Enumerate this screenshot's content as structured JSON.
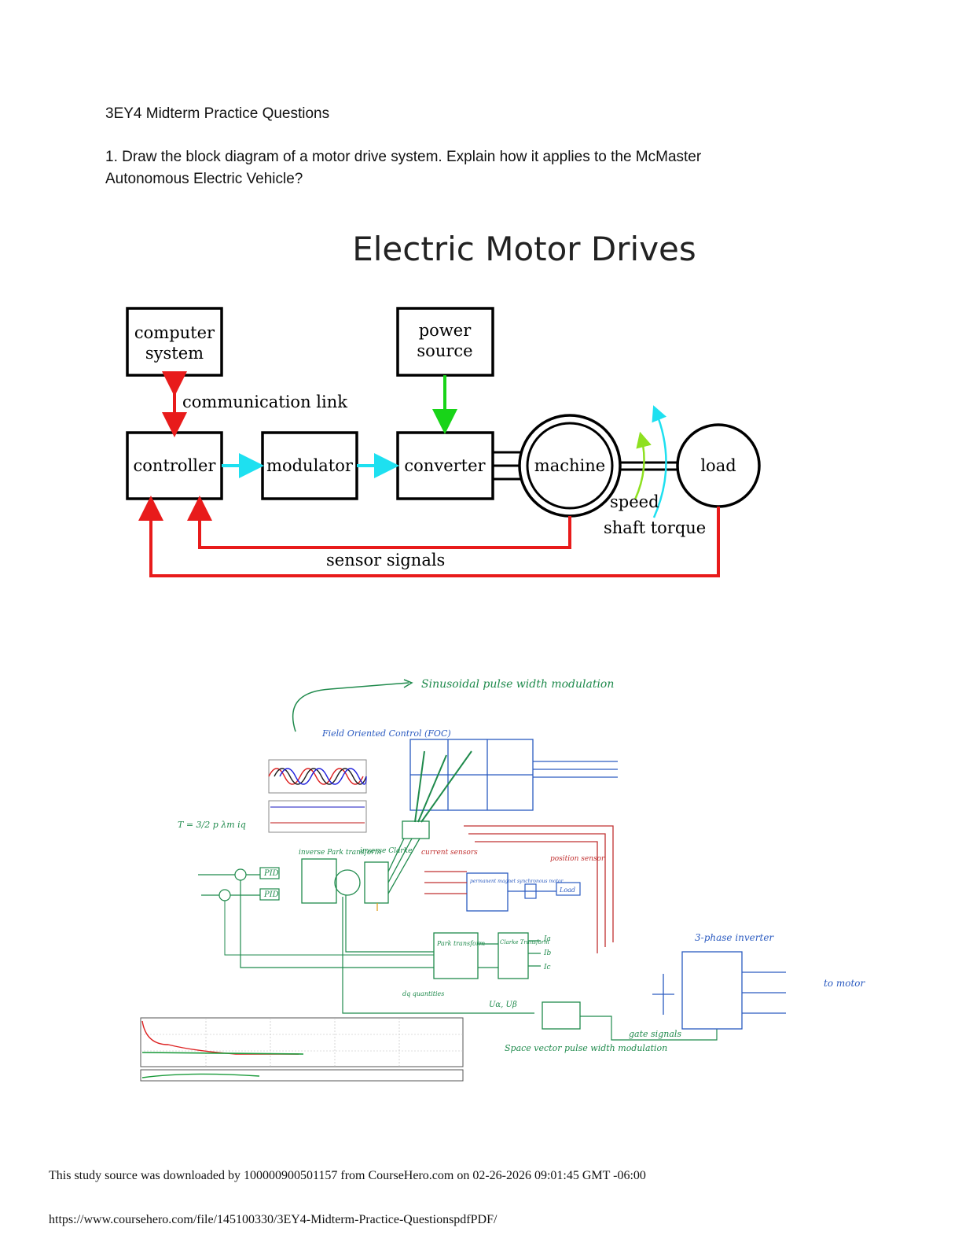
{
  "header": {
    "title": "3EY4 Midterm Practice Questions"
  },
  "question": {
    "text": "1. Draw the block diagram of a motor drive system. Explain how it applies to the McMaster Autonomous Electric Vehicle?"
  },
  "figure": {
    "title": "Electric Motor Drives",
    "blocks": {
      "computer_line1": "computer",
      "computer_line2": "system",
      "power_line1": "power",
      "power_line2": "source",
      "controller": "controller",
      "modulator": "modulator",
      "converter": "converter",
      "machine": "machine",
      "load": "load"
    },
    "labels": {
      "comm": "communication link",
      "speed": "speed",
      "torque": "shaft torque",
      "sensor": "sensor signals"
    },
    "colors": {
      "sensor": "#e81b1b",
      "signal": "#1ee0f0",
      "power": "#18d418",
      "speed": "#8ee020"
    }
  },
  "sketch": {
    "spwm": "Sinusoidal pulse width modulation",
    "foc": "Field Oriented Control (FOC)",
    "torque_eq": "T = 3/2 p λm iq",
    "pid1": "PID",
    "pid2": "PID",
    "inv_park": "inverse Park transform",
    "inv_clarke": "inverse Clarke",
    "current_sensors": "current sensors",
    "pmsm": "permanent magnet synchronous motor",
    "position_sensor": "position sensor",
    "load": "Load",
    "park": "Park transform",
    "clarke": "Clarke Transform",
    "dq_quantities": "dq quantities",
    "ualpha": "Uα, Uβ",
    "svpwm": "Space vector pulse width modulation",
    "gate_signals": "gate signals",
    "inverter": "3-phase inverter",
    "to_motor": "to motor",
    "ia": "Ia",
    "ib": "Ib",
    "ic": "Ic"
  },
  "footer": {
    "line1": "This study source was downloaded by 100000900501157 from CourseHero.com on 02-26-2026 09:01:45 GMT -06:00",
    "line2": "https://www.coursehero.com/file/145100330/3EY4-Midterm-Practice-QuestionspdfPDF/"
  }
}
